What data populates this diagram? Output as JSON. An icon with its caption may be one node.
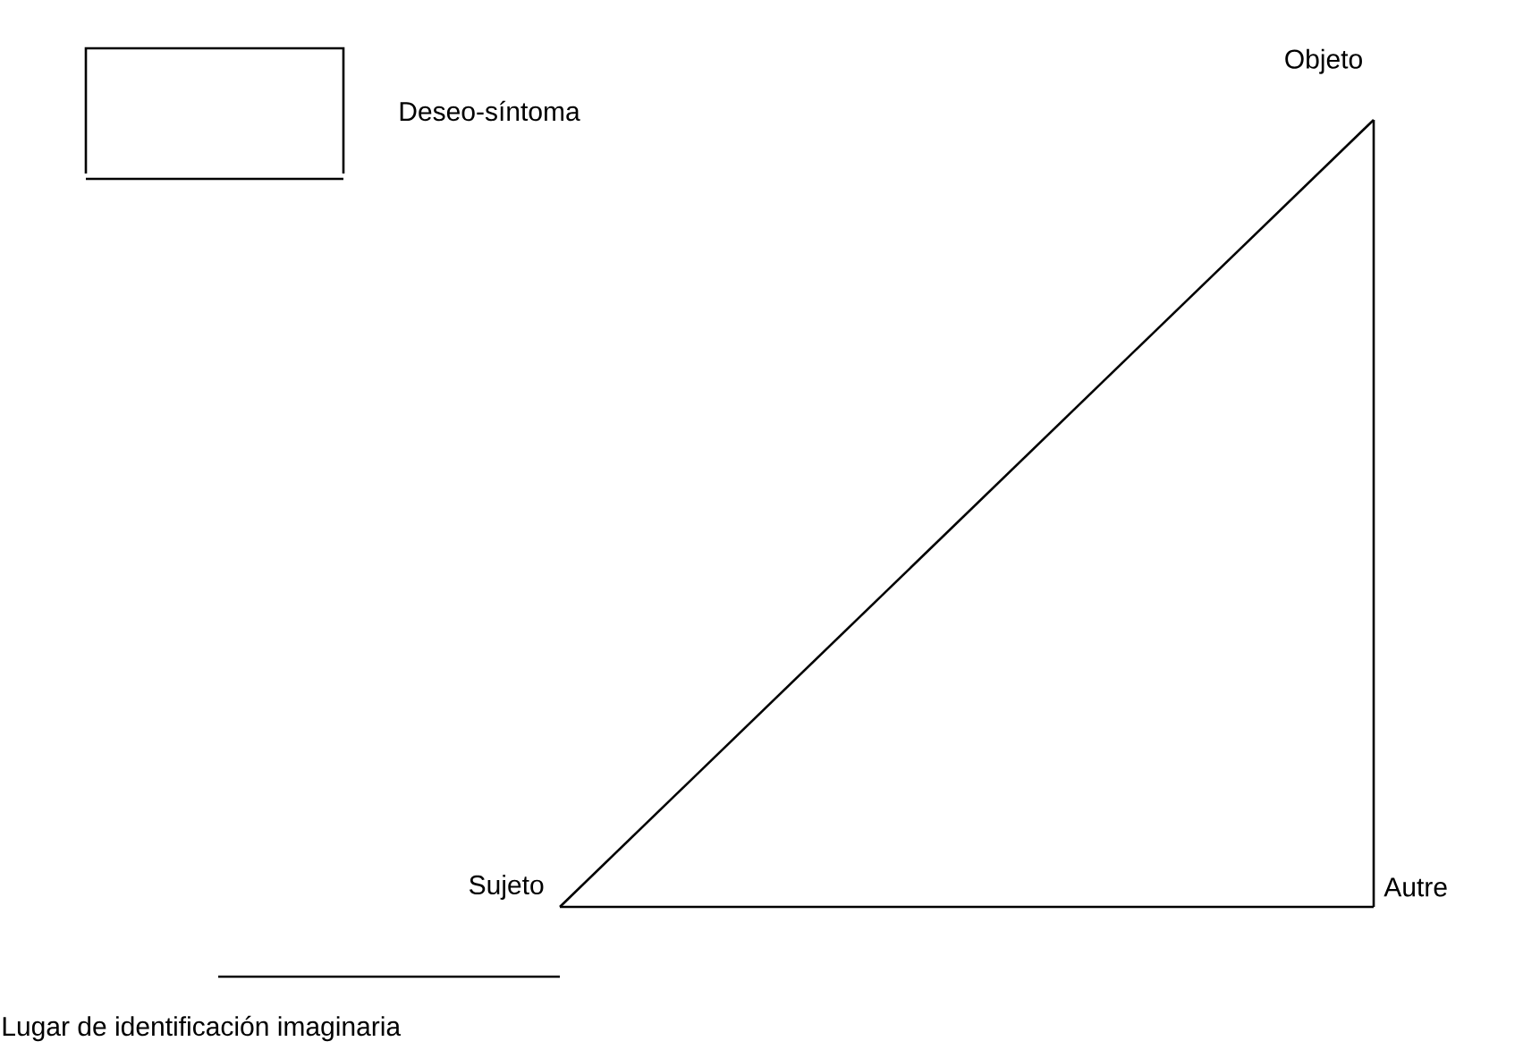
{
  "diagram": {
    "nodes": [
      {
        "text": [
          "Objeto"
        ]
      },
      {
        "text": [
          "Sujeto"
        ]
      },
      {
        "text": [
          "Autre"
        ]
      }
    ],
    "edges": [
      {
        "from": 1,
        "to": 0,
        "arrow": "none"
      },
      {
        "from": 0,
        "to": 2,
        "arrow": "none"
      },
      {
        "from": 1,
        "to": 2,
        "arrow": "none"
      }
    ],
    "legend": [
      {
        "text": "Deseo-síntoma"
      },
      {
        "text": "Lugar de identificación imaginaria"
      }
    ]
  }
}
